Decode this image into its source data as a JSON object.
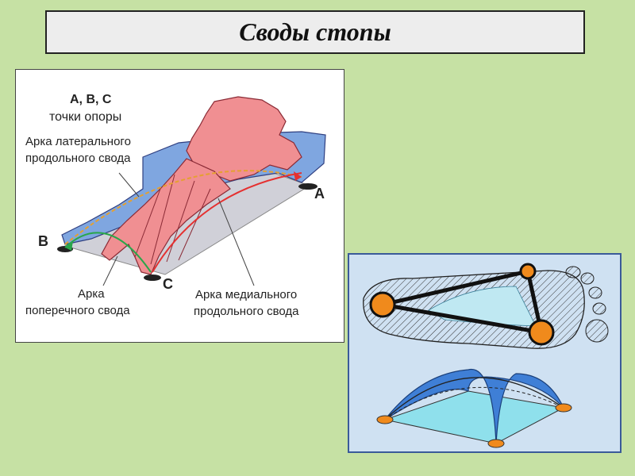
{
  "title": "Своды стопы",
  "left_diagram": {
    "points_heading": "A, B, C",
    "points_caption": "точки опоры",
    "lateral_arch_line1": "Арка латерального",
    "lateral_arch_line2": "продольного свода",
    "transverse_arch_line1": "Арка",
    "transverse_arch_line2": "поперечного свода",
    "medial_arch_line1": "Арка медиального",
    "medial_arch_line2": "продольного свода",
    "point_a": "A",
    "point_b": "B",
    "point_c": "C"
  },
  "colors": {
    "background": "#c6e1a4",
    "bone_pink": "#f08f92",
    "bone_blue": "#7fa6e0",
    "support_dark": "#222222",
    "arrow_red": "#e53030",
    "arrow_green": "#2aa64a",
    "triangle_node": "#f08a1c",
    "dome_blue": "#3f7fd6",
    "dome_light": "#8fe0ec"
  }
}
